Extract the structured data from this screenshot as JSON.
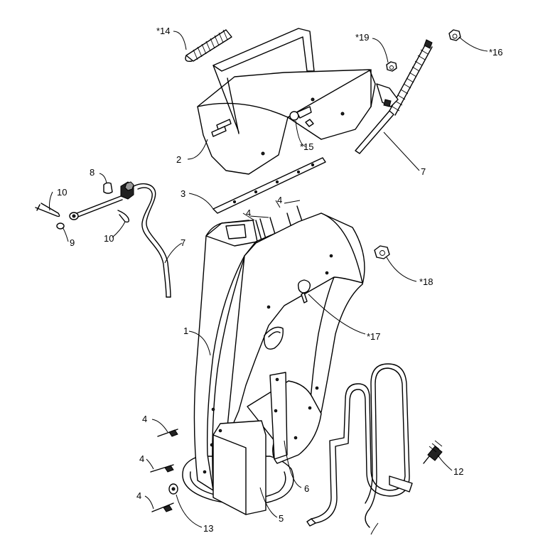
{
  "diagram": {
    "labels": [
      {
        "id": "l14",
        "text": "*14"
      },
      {
        "id": "l19",
        "text": "*19"
      },
      {
        "id": "l16",
        "text": "*16"
      },
      {
        "id": "l2",
        "text": "2"
      },
      {
        "id": "l15",
        "text": "*15"
      },
      {
        "id": "l7a",
        "text": "7"
      },
      {
        "id": "l8",
        "text": "8"
      },
      {
        "id": "l10a",
        "text": "10"
      },
      {
        "id": "l3",
        "text": "3"
      },
      {
        "id": "l4a",
        "text": "4"
      },
      {
        "id": "l4b",
        "text": "4"
      },
      {
        "id": "l9",
        "text": "9"
      },
      {
        "id": "l10b",
        "text": "10"
      },
      {
        "id": "l7b",
        "text": "7"
      },
      {
        "id": "l18",
        "text": "*18"
      },
      {
        "id": "l17",
        "text": "*17"
      },
      {
        "id": "l1",
        "text": "1"
      },
      {
        "id": "l4c",
        "text": "4"
      },
      {
        "id": "l4d",
        "text": "4"
      },
      {
        "id": "l4e",
        "text": "4"
      },
      {
        "id": "l12",
        "text": "12"
      },
      {
        "id": "l13",
        "text": "13"
      },
      {
        "id": "l5",
        "text": "5"
      },
      {
        "id": "l6",
        "text": "6"
      }
    ],
    "colors": {
      "line": "#000000",
      "background": "#ffffff",
      "shade": "#222222"
    }
  }
}
